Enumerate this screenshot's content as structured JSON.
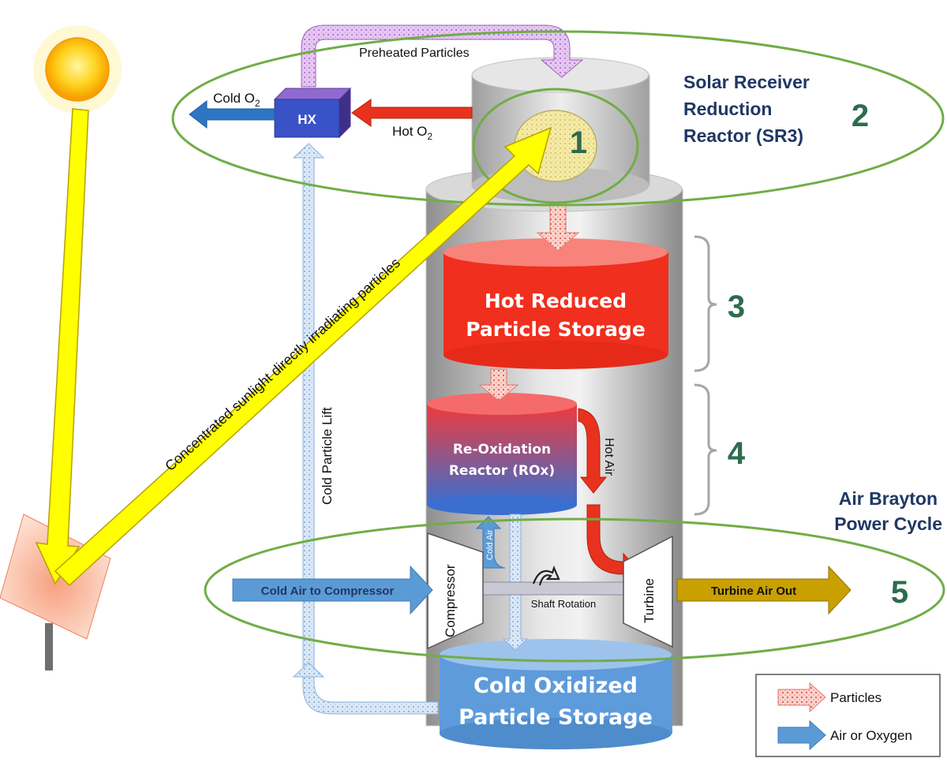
{
  "labels": {
    "preheated_particles": "Preheated Particles",
    "cold_o2": "Cold O",
    "o2_sub": "2",
    "hot_o2": "Hot O",
    "hx": "HX",
    "sr3_line1": "Solar Receiver",
    "sr3_line2": "Reduction",
    "sr3_line3": "Reactor (SR3)",
    "sunlight": "Concentrated sunlight directly irradiating particles",
    "cold_particle_lift": "Cold Particle Lift",
    "hot_storage_line1": "Hot Reduced",
    "hot_storage_line2": "Particle Storage",
    "rox_line1": "Re-Oxidation",
    "rox_line2": "Reactor (ROx)",
    "hot_air": "Hot Air",
    "cold_air": "Cold Air",
    "brayton_line1": "Air Brayton",
    "brayton_line2": "Power Cycle",
    "cold_air_to_compressor": "Cold Air to Compressor",
    "compressor": "Compressor",
    "shaft_rotation": "Shaft Rotation",
    "turbine": "Turbine",
    "turbine_air_out": "Turbine Air Out",
    "cold_storage_line1": "Cold Oxidized",
    "cold_storage_line2": "Particle Storage"
  },
  "numbers": {
    "n1": "1",
    "n2": "2",
    "n3": "3",
    "n4": "4",
    "n5": "5"
  },
  "legend": {
    "particles": "Particles",
    "air_or_oxygen": "Air or Oxygen"
  },
  "colors": {
    "navy_text": "#1f3864",
    "green_number": "#2e6b4f",
    "ellipse_green": "#70ad47",
    "hot_red": "#e8321e",
    "air_blue": "#5b9bd5",
    "sun_yellow": "#ffff00",
    "turbine_out_gold": "#c9a000",
    "particle_pink": "#f4a8a0"
  }
}
